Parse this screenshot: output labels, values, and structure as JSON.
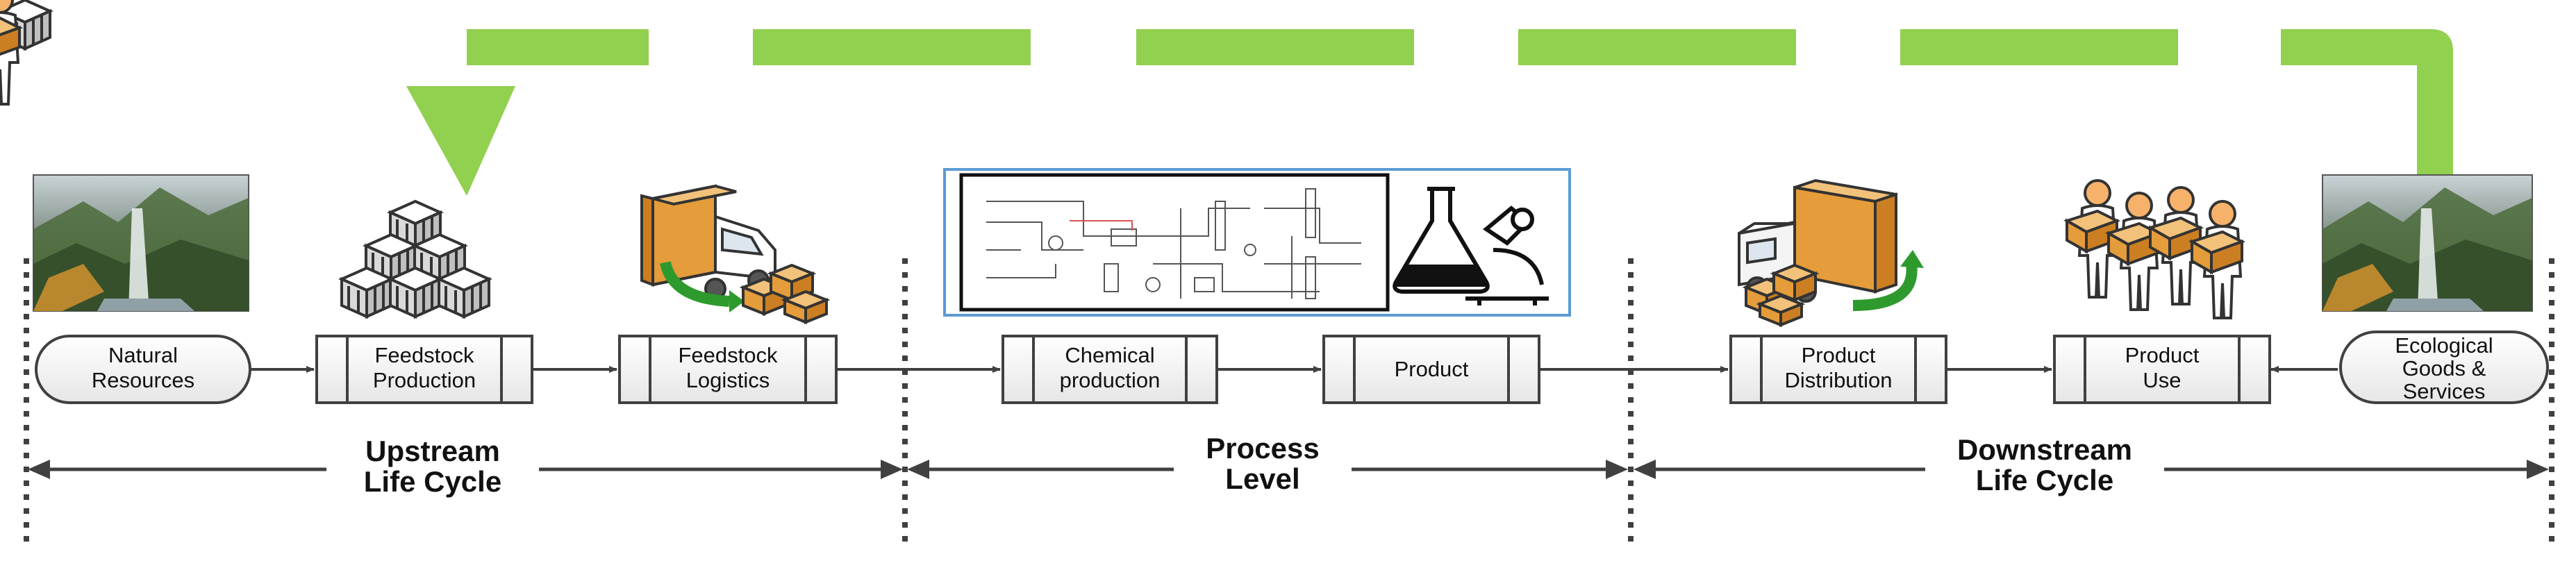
{
  "colors": {
    "feedback_arrow": "#92D050",
    "process_box_fill": "#F2F2F2",
    "process_box_stroke": "#404040",
    "connector": "#404040",
    "divider": "#404040",
    "flowsheet_border": "#5B9BD5",
    "cargo_orange": "#E59C3A",
    "recycle_arrow": "#2E9A2E"
  },
  "icons": {
    "natural_resources_photo": "waterfall-landscape-photo",
    "feedstock_production": "stacked-crates-icon",
    "feedstock_logistics": "delivery-truck-icon",
    "process_flowsheet": "process-flowsheet-diagram",
    "chemical_lab": "flask-microscope-icon",
    "product_distribution": "delivery-truck-icon",
    "product_use": "people-carrying-boxes-icon",
    "ecological_photo": "waterfall-landscape-photo"
  },
  "nodes": {
    "natural_resources": {
      "line1": "Natural",
      "line2": "Resources"
    },
    "feedstock_production": {
      "line1": "Feedstock",
      "line2": "Production"
    },
    "feedstock_logistics": {
      "line1": "Feedstock",
      "line2": "Logistics"
    },
    "chemical_production": {
      "line1": "Chemical",
      "line2": "production"
    },
    "product": {
      "line1": "Product"
    },
    "product_distribution": {
      "line1": "Product",
      "line2": "Distribution"
    },
    "product_use": {
      "line1": "Product",
      "line2": "Use"
    },
    "ecological_goods": {
      "line1": "Ecological",
      "line2": "Goods &",
      "line3": "Services"
    }
  },
  "sections": {
    "upstream": {
      "line1": "Upstream",
      "line2": "Life Cycle"
    },
    "process": {
      "line1": "Process",
      "line2": "Level"
    },
    "downstream": {
      "line1": "Downstream",
      "line2": "Life Cycle"
    }
  }
}
